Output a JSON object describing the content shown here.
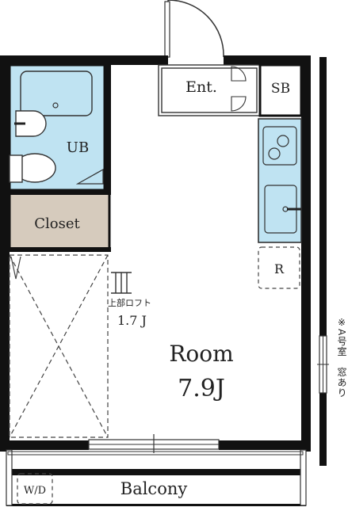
{
  "rooms": {
    "entrance": "Ent.",
    "shoe_box": "SB",
    "unit_bath": "UB",
    "closet": "Closet",
    "refrigerator": "R",
    "room_name": "Room",
    "room_size": "7.9J",
    "loft_label": "上部ロフト",
    "loft_size": "1.7 J",
    "balcony": "Balcony",
    "washer": "W/D"
  },
  "note": "※A号室　窓あり",
  "colors": {
    "wall": "#111111",
    "bath_fill": "#bfe3f2",
    "closet_fill": "#d6cbbd",
    "kitchen_fill": "#bfe3f2",
    "line": "#333333"
  }
}
